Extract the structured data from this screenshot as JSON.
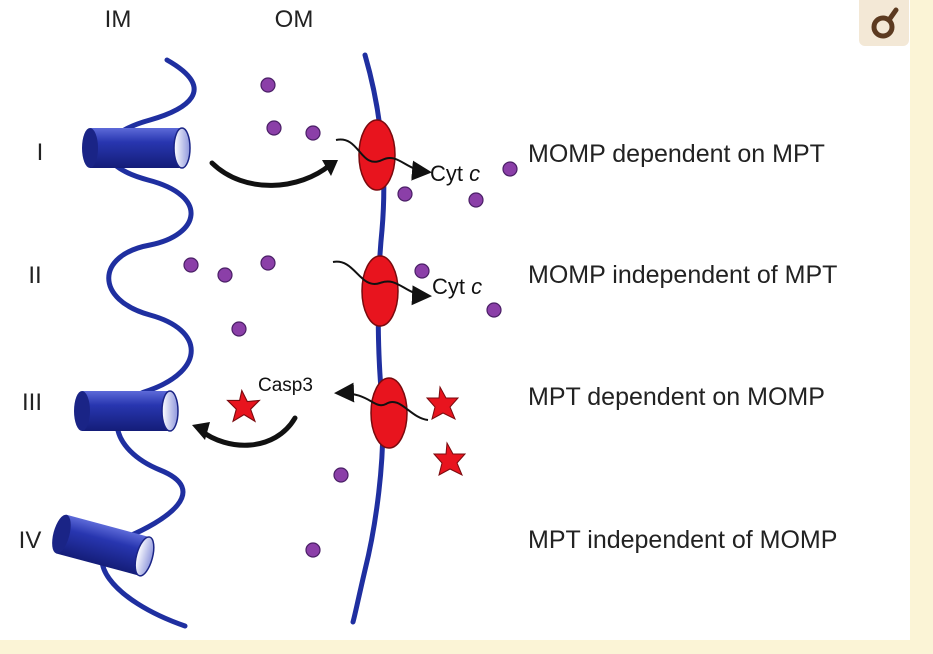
{
  "labels": {
    "im": "IM",
    "om": "OM"
  },
  "rows": [
    {
      "numeral": "I",
      "description": "MOMP dependent on MPT"
    },
    {
      "numeral": "II",
      "description": "MOMP independent of MPT"
    },
    {
      "numeral": "III",
      "description": "MPT dependent on MOMP"
    },
    {
      "numeral": "IV",
      "description": "MPT independent of MOMP"
    }
  ],
  "molecules": {
    "cyt_row1": "Cyt ",
    "cyt_row2": "Cyt ",
    "cyt_italic": "c",
    "casp3": "Casp3"
  },
  "colors": {
    "membrane": "#1f2fa0",
    "channel_dark": "#1c2690",
    "pore_red": "#e8141e",
    "cyt_purple": "#8b3fa8",
    "background": "#fbf4d6",
    "icon_bg": "#f3e8d6",
    "icon_fg": "#5c3a20"
  },
  "icons": {
    "corner": "pin-zoom-icon"
  }
}
